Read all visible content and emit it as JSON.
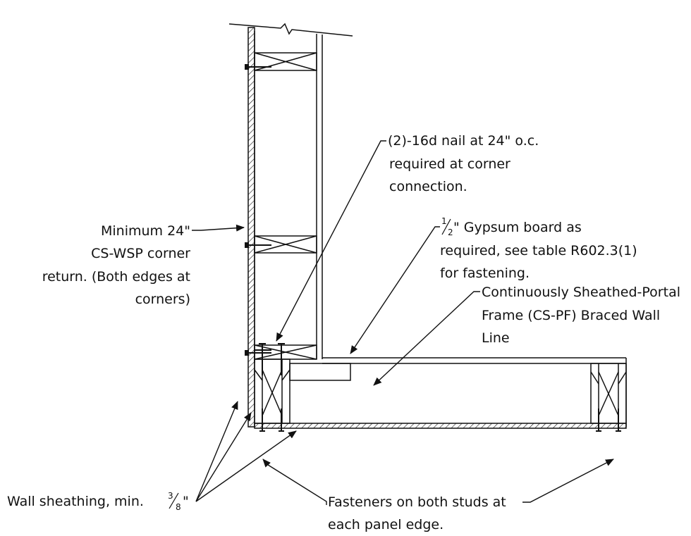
{
  "labels": {
    "nail_line1": "(2)-16d nail at 24\" o.c.",
    "nail_line2": "required at corner",
    "nail_line3": "connection.",
    "gyp_frac_num": "1",
    "gyp_frac_den": "2",
    "gyp_line1_rest": "\" Gypsum board as",
    "gyp_line2": "required, see table R602.3(1)",
    "gyp_line3": "for fastening.",
    "min_line1": "Minimum 24\"",
    "min_line2": "CS-WSP corner",
    "min_line3": "return. (Both edges at",
    "min_line4": "corners)",
    "cont_line1": "Continuously Sheathed-Portal",
    "cont_line2": "Frame (CS-PF) Braced Wall",
    "cont_line3": "Line",
    "wall_sheath_prefix": "Wall sheathing, min. ",
    "wall_sheath_frac_num": "3",
    "wall_sheath_frac_den": "8",
    "wall_sheath_suffix": "\"",
    "fast_line1": "Fasteners on both studs at",
    "fast_line2": "each panel edge."
  },
  "colors": {
    "ink": "#111111",
    "background": "#ffffff"
  }
}
